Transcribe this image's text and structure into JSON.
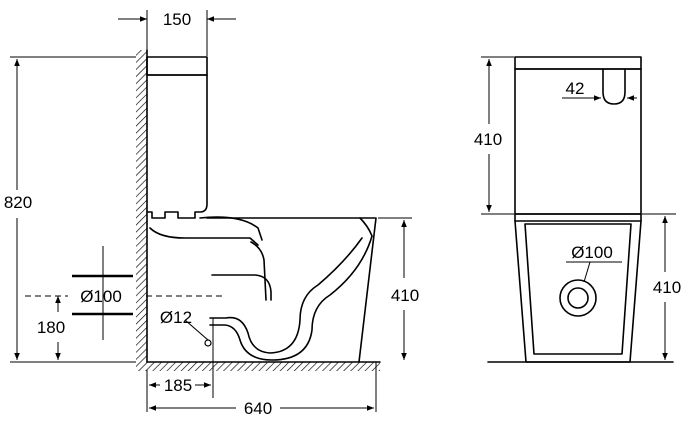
{
  "side_view": {
    "dimensions": {
      "tank_depth": "150",
      "total_height": "820",
      "outlet_diameter": "Ø100",
      "outlet_height": "180",
      "water_inlet": "Ø12",
      "bowl_height": "410",
      "outlet_distance": "185",
      "total_length": "640"
    }
  },
  "front_view": {
    "dimensions": {
      "button_offset": "42",
      "tank_height": "410",
      "outlet_diameter": "Ø100",
      "bowl_height": "410"
    }
  }
}
